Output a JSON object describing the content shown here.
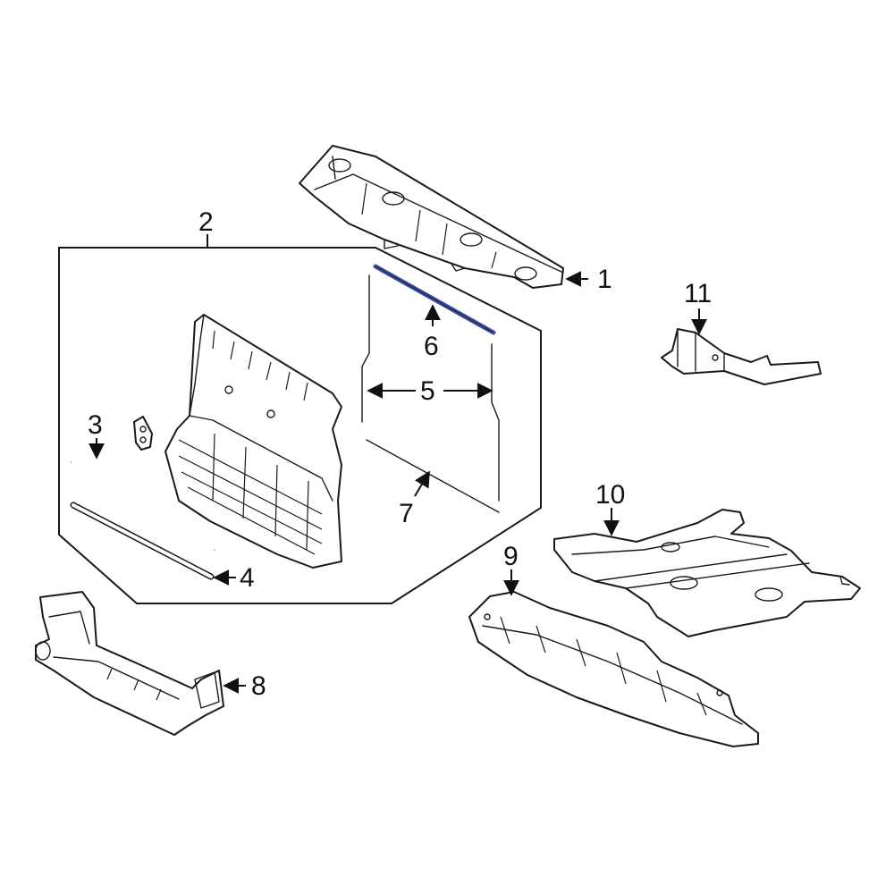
{
  "diagram": {
    "highlight_color": "#3b4fa3",
    "callouts": [
      {
        "id": "1",
        "label": "1"
      },
      {
        "id": "2",
        "label": "2"
      },
      {
        "id": "3",
        "label": "3"
      },
      {
        "id": "4",
        "label": "4"
      },
      {
        "id": "5",
        "label": "5"
      },
      {
        "id": "6",
        "label": "6"
      },
      {
        "id": "7",
        "label": "7"
      },
      {
        "id": "8",
        "label": "8"
      },
      {
        "id": "9",
        "label": "9"
      },
      {
        "id": "10",
        "label": "10"
      },
      {
        "id": "11",
        "label": "11"
      }
    ],
    "highlighted_part": "6"
  }
}
